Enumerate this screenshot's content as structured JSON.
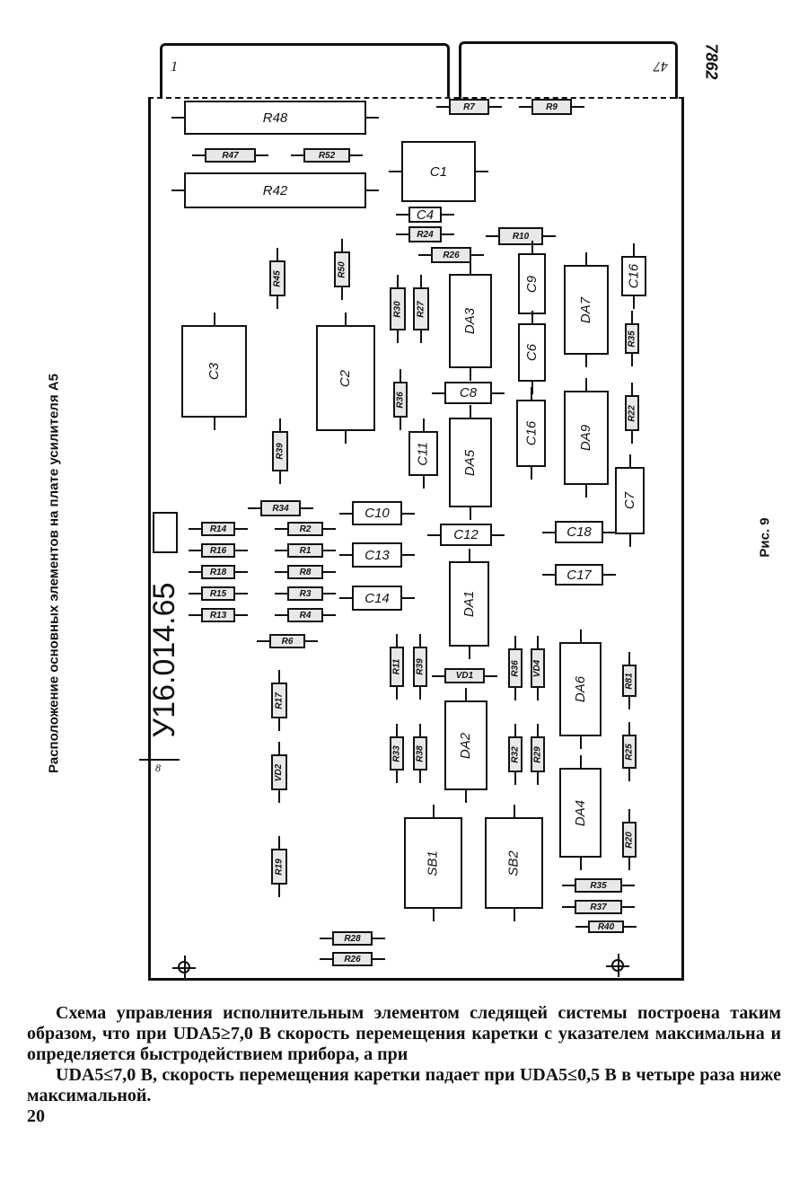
{
  "page": {
    "side_caption": "Расположение основных элементов на плате усилителя А5",
    "figure_label": "Рис. 9",
    "corner_number": "7862",
    "page_number": "20"
  },
  "board": {
    "drawing_code": "У16.014.65",
    "left_contact": "1",
    "right_contact": "47",
    "dimension_mark": "8",
    "components": [
      {
        "label": "R48",
        "type": "resistor-large"
      },
      {
        "label": "R47",
        "type": "resistor"
      },
      {
        "label": "R52",
        "type": "resistor"
      },
      {
        "label": "R42",
        "type": "resistor-large"
      },
      {
        "label": "C1",
        "type": "capacitor"
      },
      {
        "label": "C4",
        "type": "capacitor"
      },
      {
        "label": "R24",
        "type": "resistor"
      },
      {
        "label": "R26",
        "type": "resistor"
      },
      {
        "label": "R7",
        "type": "resistor"
      },
      {
        "label": "R9",
        "type": "resistor"
      },
      {
        "label": "R10",
        "type": "resistor"
      },
      {
        "label": "R45",
        "type": "resistor"
      },
      {
        "label": "R50",
        "type": "resistor"
      },
      {
        "label": "C3",
        "type": "capacitor"
      },
      {
        "label": "C2",
        "type": "capacitor"
      },
      {
        "label": "R30",
        "type": "resistor"
      },
      {
        "label": "R27",
        "type": "resistor"
      },
      {
        "label": "DA3",
        "type": "chip"
      },
      {
        "label": "C9",
        "type": "capacitor"
      },
      {
        "label": "DA7",
        "type": "chip"
      },
      {
        "label": "C16",
        "type": "capacitor"
      },
      {
        "label": "R35",
        "type": "resistor"
      },
      {
        "label": "C6",
        "type": "capacitor"
      },
      {
        "label": "C8",
        "type": "capacitor"
      },
      {
        "label": "R36",
        "type": "resistor"
      },
      {
        "label": "DA5",
        "type": "chip"
      },
      {
        "label": "C11",
        "type": "capacitor"
      },
      {
        "label": "C16",
        "type": "capacitor"
      },
      {
        "label": "DA9",
        "type": "chip"
      },
      {
        "label": "R22",
        "type": "resistor"
      },
      {
        "label": "C7",
        "type": "capacitor"
      },
      {
        "label": "R39",
        "type": "resistor"
      },
      {
        "label": "R34",
        "type": "resistor"
      },
      {
        "label": "R14",
        "type": "resistor"
      },
      {
        "label": "R16",
        "type": "resistor"
      },
      {
        "label": "R18",
        "type": "resistor"
      },
      {
        "label": "R15",
        "type": "resistor"
      },
      {
        "label": "R13",
        "type": "resistor"
      },
      {
        "label": "R2",
        "type": "resistor"
      },
      {
        "label": "R1",
        "type": "resistor"
      },
      {
        "label": "R8",
        "type": "resistor"
      },
      {
        "label": "R3",
        "type": "resistor"
      },
      {
        "label": "R4",
        "type": "resistor"
      },
      {
        "label": "R6",
        "type": "resistor"
      },
      {
        "label": "C10",
        "type": "capacitor"
      },
      {
        "label": "C13",
        "type": "capacitor"
      },
      {
        "label": "C14",
        "type": "capacitor"
      },
      {
        "label": "C12",
        "type": "capacitor"
      },
      {
        "label": "C18",
        "type": "capacitor"
      },
      {
        "label": "C17",
        "type": "capacitor"
      },
      {
        "label": "DA1",
        "type": "chip"
      },
      {
        "label": "R11",
        "type": "resistor"
      },
      {
        "label": "R39",
        "type": "resistor"
      },
      {
        "label": "VD1",
        "type": "diode"
      },
      {
        "label": "DA2",
        "type": "chip"
      },
      {
        "label": "R33",
        "type": "resistor"
      },
      {
        "label": "R38",
        "type": "resistor"
      },
      {
        "label": "R36",
        "type": "resistor"
      },
      {
        "label": "VD4",
        "type": "diode"
      },
      {
        "label": "R32",
        "type": "resistor"
      },
      {
        "label": "R29",
        "type": "resistor"
      },
      {
        "label": "DA6",
        "type": "chip"
      },
      {
        "label": "DA4",
        "type": "chip"
      },
      {
        "label": "R81",
        "type": "resistor"
      },
      {
        "label": "R25",
        "type": "resistor"
      },
      {
        "label": "R20",
        "type": "resistor"
      },
      {
        "label": "R17",
        "type": "resistor"
      },
      {
        "label": "VD2",
        "type": "diode"
      },
      {
        "label": "R19",
        "type": "resistor"
      },
      {
        "label": "SB1",
        "type": "switch"
      },
      {
        "label": "SB2",
        "type": "switch"
      },
      {
        "label": "R35",
        "type": "resistor"
      },
      {
        "label": "R37",
        "type": "resistor"
      },
      {
        "label": "R40",
        "type": "resistor"
      },
      {
        "label": "R28",
        "type": "resistor"
      },
      {
        "label": "R26",
        "type": "resistor"
      }
    ]
  },
  "text": {
    "paragraph1": "Схема управления исполнительным элементом следящей системы построена таким образом, что при UDA5≥7,0 В скорость перемещения каретки с указателем максимальна и определяется быстродействием прибора, а при",
    "paragraph2": "UDA5≤7,0 В, скорость перемещения каретки падает при UDA5≤0,5 В в четыре раза ниже максимальной."
  }
}
